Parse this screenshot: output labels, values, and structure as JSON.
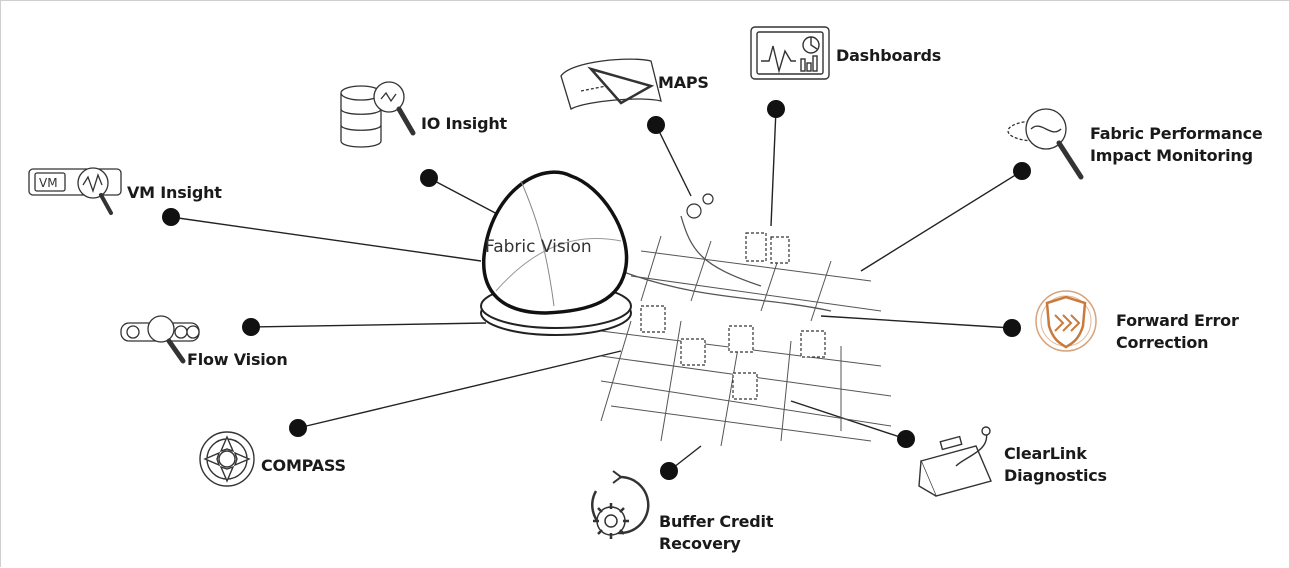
{
  "diagram": {
    "center_label": "Fabric Vision",
    "features": [
      {
        "id": "vm-insight",
        "label": "VM Insight",
        "icon": "vm-magnifier-icon"
      },
      {
        "id": "io-insight",
        "label": "IO Insight",
        "icon": "database-magnifier-icon"
      },
      {
        "id": "maps",
        "label": "MAPS",
        "icon": "map-drafting-icon"
      },
      {
        "id": "dashboards",
        "label": "Dashboards",
        "icon": "dashboard-monitor-icon"
      },
      {
        "id": "fpim",
        "label_line1": "Fabric Performance",
        "label_line2": "Impact Monitoring",
        "icon": "globe-magnifier-icon"
      },
      {
        "id": "fec",
        "label_line1": "Forward Error",
        "label_line2": "Correction",
        "icon": "shield-icon"
      },
      {
        "id": "flow-vision",
        "label": "Flow Vision",
        "icon": "pipe-magnifier-icon"
      },
      {
        "id": "compass",
        "label": "COMPASS",
        "icon": "compass-icon"
      },
      {
        "id": "bcr",
        "label_line1": "Buffer Credit",
        "label_line2": "Recovery",
        "icon": "gear-cycle-icon"
      },
      {
        "id": "clearlink",
        "label_line1": "ClearLink",
        "label_line2": "Diagnostics",
        "icon": "toolbox-stethoscope-icon"
      }
    ],
    "colors": {
      "line": "#222222",
      "dot": "#111111",
      "accent": "#c97a3d",
      "grid": "#555555"
    }
  }
}
